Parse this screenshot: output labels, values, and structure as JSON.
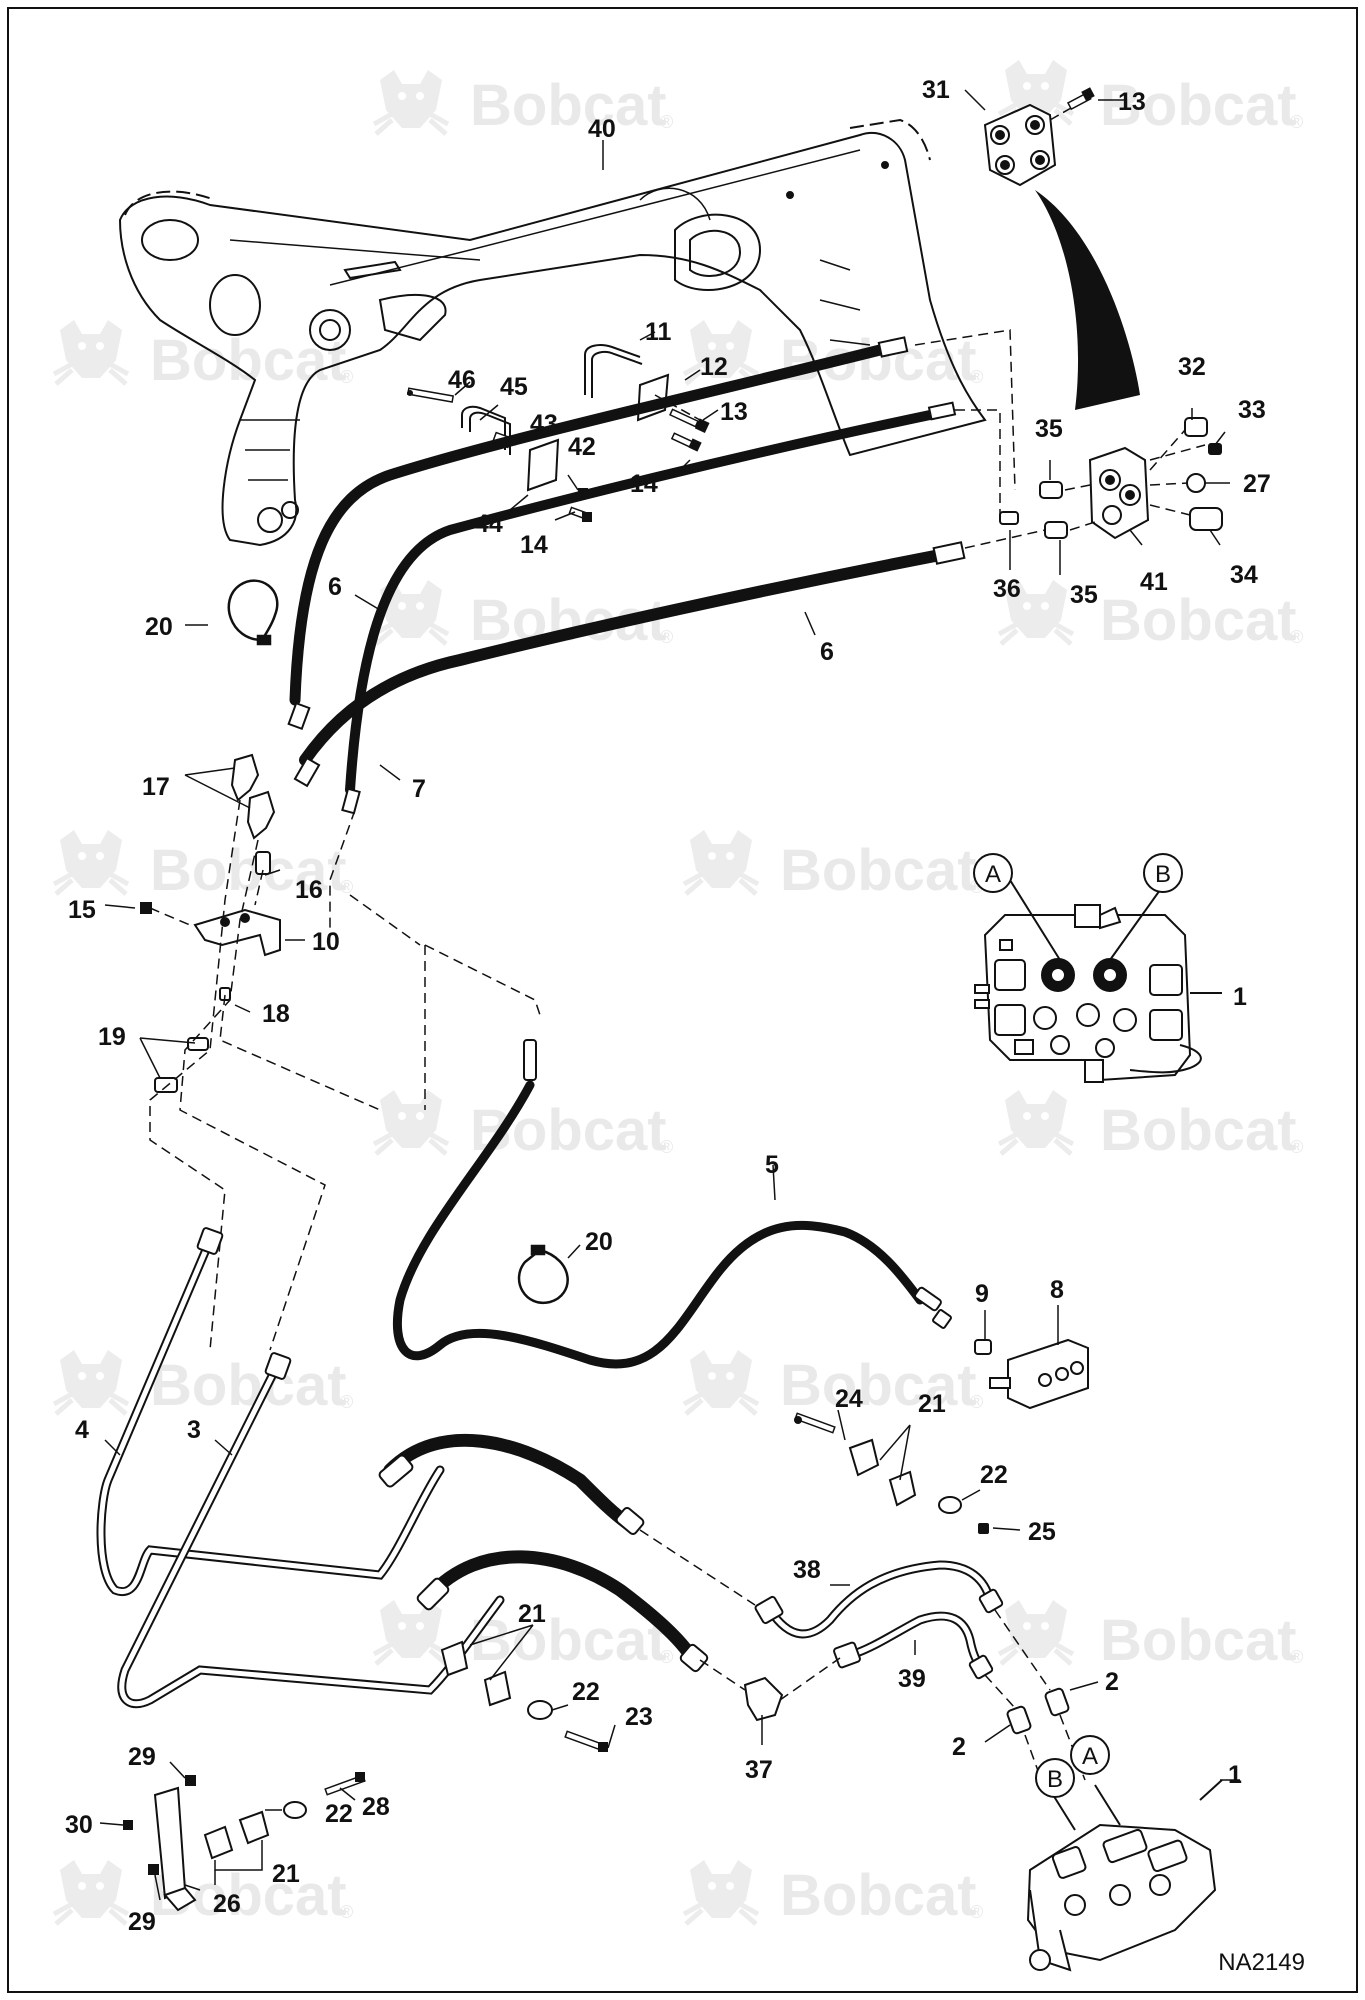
{
  "brand": {
    "watermark_text": "Bobcat",
    "watermark_mark": "®",
    "logo": "bobcat-head-logo"
  },
  "drawing_id": "NA2149",
  "callouts": [
    {
      "id": "c31",
      "text": "31"
    },
    {
      "id": "c13a",
      "text": "13"
    },
    {
      "id": "c40",
      "text": "40"
    },
    {
      "id": "c11",
      "text": "11"
    },
    {
      "id": "c12",
      "text": "12"
    },
    {
      "id": "c13b",
      "text": "13"
    },
    {
      "id": "c14a",
      "text": "14"
    },
    {
      "id": "c46",
      "text": "46"
    },
    {
      "id": "c45",
      "text": "45"
    },
    {
      "id": "c43",
      "text": "43"
    },
    {
      "id": "c42",
      "text": "42"
    },
    {
      "id": "c44",
      "text": "44"
    },
    {
      "id": "c14b",
      "text": "14"
    },
    {
      "id": "c32",
      "text": "32"
    },
    {
      "id": "c33",
      "text": "33"
    },
    {
      "id": "c35a",
      "text": "35"
    },
    {
      "id": "c27",
      "text": "27"
    },
    {
      "id": "c36",
      "text": "36"
    },
    {
      "id": "c35b",
      "text": "35"
    },
    {
      "id": "c41",
      "text": "41"
    },
    {
      "id": "c34",
      "text": "34"
    },
    {
      "id": "c6a",
      "text": "6"
    },
    {
      "id": "c20a",
      "text": "20"
    },
    {
      "id": "c6b",
      "text": "6"
    },
    {
      "id": "c17",
      "text": "17"
    },
    {
      "id": "c7",
      "text": "7"
    },
    {
      "id": "c16",
      "text": "16"
    },
    {
      "id": "c15",
      "text": "15"
    },
    {
      "id": "c10",
      "text": "10"
    },
    {
      "id": "c18",
      "text": "18"
    },
    {
      "id": "c19",
      "text": "19"
    },
    {
      "id": "c1a",
      "text": "1"
    },
    {
      "id": "c5",
      "text": "5"
    },
    {
      "id": "c20b",
      "text": "20"
    },
    {
      "id": "c9",
      "text": "9"
    },
    {
      "id": "c8",
      "text": "8"
    },
    {
      "id": "c4",
      "text": "4"
    },
    {
      "id": "c3",
      "text": "3"
    },
    {
      "id": "c24",
      "text": "24"
    },
    {
      "id": "c21a",
      "text": "21"
    },
    {
      "id": "c22a",
      "text": "22"
    },
    {
      "id": "c25",
      "text": "25"
    },
    {
      "id": "c38",
      "text": "38"
    },
    {
      "id": "c21b",
      "text": "21"
    },
    {
      "id": "c22b",
      "text": "22"
    },
    {
      "id": "c23",
      "text": "23"
    },
    {
      "id": "c39",
      "text": "39"
    },
    {
      "id": "c2a",
      "text": "2"
    },
    {
      "id": "c2b",
      "text": "2"
    },
    {
      "id": "c37",
      "text": "37"
    },
    {
      "id": "c1b",
      "text": "1"
    },
    {
      "id": "c29a",
      "text": "29"
    },
    {
      "id": "c28",
      "text": "28"
    },
    {
      "id": "c30",
      "text": "30"
    },
    {
      "id": "c22c",
      "text": "22"
    },
    {
      "id": "c21c",
      "text": "21"
    },
    {
      "id": "c26",
      "text": "26"
    },
    {
      "id": "c29b",
      "text": "29"
    }
  ],
  "port_labels": [
    {
      "id": "pA1",
      "text": "A"
    },
    {
      "id": "pB1",
      "text": "B"
    },
    {
      "id": "pB2",
      "text": "B"
    },
    {
      "id": "pA2",
      "text": "A"
    }
  ]
}
